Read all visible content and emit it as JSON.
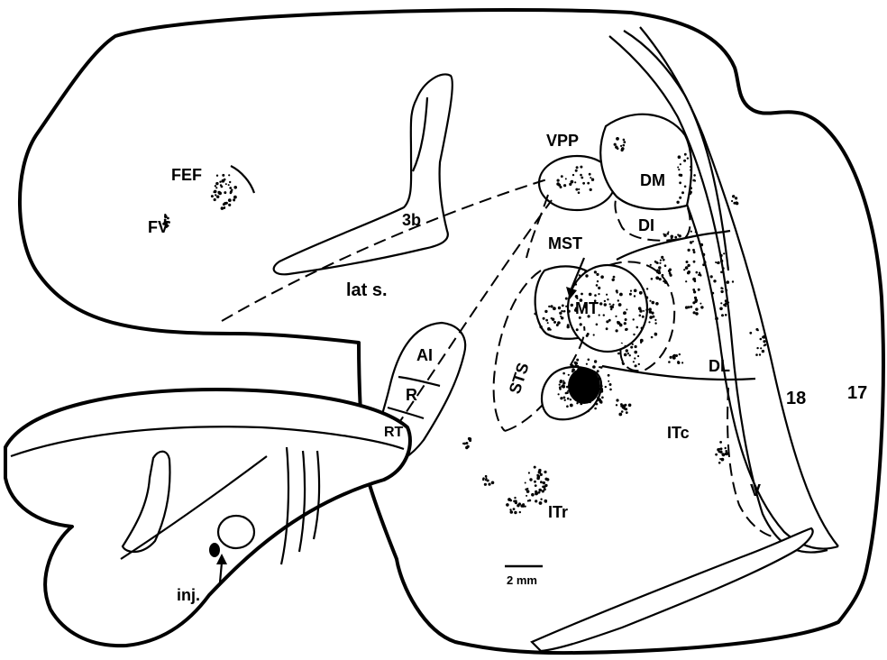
{
  "labels": {
    "fef": "FEF",
    "fv": "FV",
    "area_3b": "3b",
    "lat_s": "lat s.",
    "vpp": "VPP",
    "dm": "DM",
    "di": "DI",
    "mst": "MST",
    "mt": "MT",
    "sts": "STS",
    "ai": "AI",
    "r": "R",
    "rt": "RT",
    "dl": "DL",
    "area_18": "18",
    "area_17": "17",
    "itc": "ITc",
    "itr": "ITr",
    "v": "V",
    "inj": "inj.",
    "scale": "2 mm"
  },
  "colors": {
    "ink": "#000000",
    "paper": "#ffffff"
  },
  "icons": {
    "injection_marker": "filled-ellipse",
    "injection_arrow": "up-arrow"
  }
}
